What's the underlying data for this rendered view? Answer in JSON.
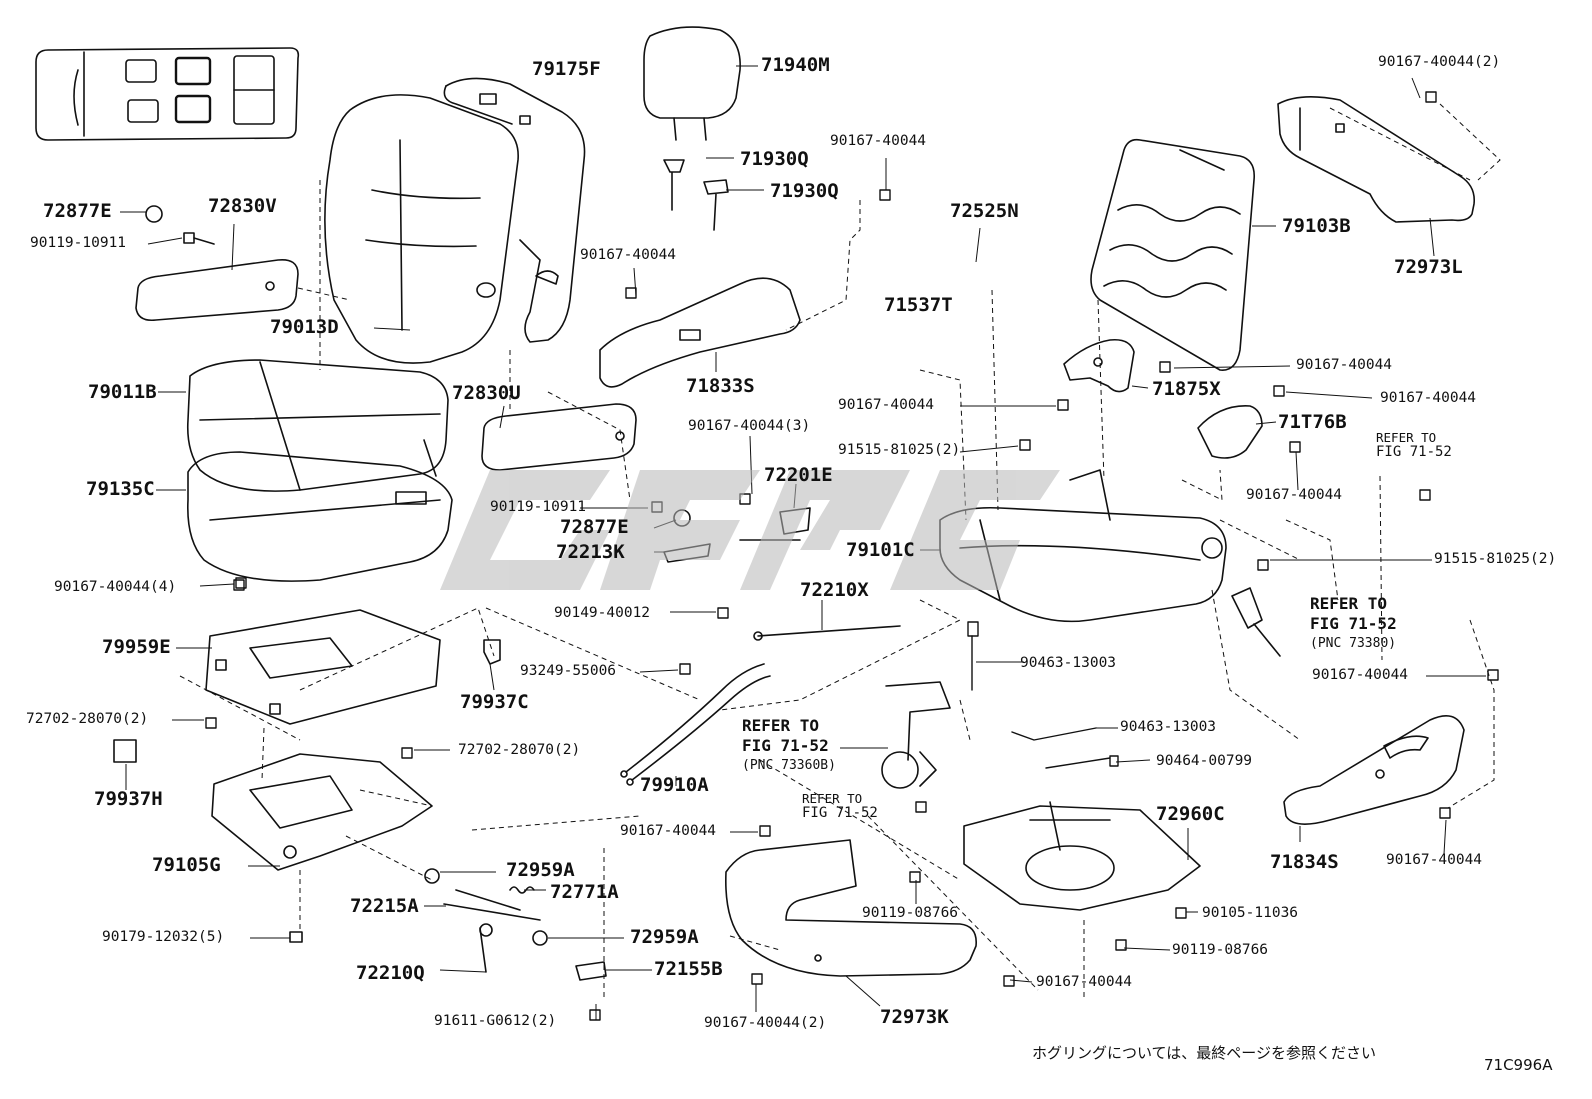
{
  "labels": {
    "l79175F": "79175F",
    "l71940M": "71940M",
    "l90167_40044_2_top": "90167-40044(2)",
    "l71930Q_a": "71930Q",
    "l71930Q_b": "71930Q",
    "l90167_40044_a": "90167-40044",
    "l72877E_a": "72877E",
    "l72830V": "72830V",
    "l90119_10911_a": "90119-10911",
    "l72525N": "72525N",
    "l79103B": "79103B",
    "l72973L": "72973L",
    "l90167_40044_b": "90167-40044",
    "l79013D": "79013D",
    "l71537T": "71537T",
    "l71833S": "71833S",
    "l79011B": "79011B",
    "l72830U": "72830U",
    "l90167_40044_c": "90167-40044",
    "l90167_40044_d": "90167-40044",
    "l71875X": "71875X",
    "l90167_40044_e": "90167-40044",
    "l90167_40044_3": "90167-40044(3)",
    "l91515_81025_2_a": "91515-81025(2)",
    "l71T76B": "71T76B",
    "l79135C": "79135C",
    "l72201E": "72201E",
    "l90167_40044_f": "90167-40044",
    "l90119_10911_b": "90119-10911",
    "l72877E_b": "72877E",
    "l72213K": "72213K",
    "l79101C": "79101C",
    "l91515_81025_2_b": "91515-81025(2)",
    "l90167_40044_4": "90167-40044(4)",
    "l72210X": "72210X",
    "l90149_40012": "90149-40012",
    "l79959E": "79959E",
    "l90463_13003_a": "90463-13003",
    "l93249_55006": "93249-55006",
    "l79937C": "79937C",
    "l90167_40044_g": "90167-40044",
    "l72702_28070_2_a": "72702-28070(2)",
    "l90463_13003_b": "90463-13003",
    "l90464_00799": "90464-00799",
    "l79937H": "79937H",
    "l72702_28070_2_b": "72702-28070(2)",
    "l79910A": "79910A",
    "l72960C": "72960C",
    "l90167_40044_h": "90167-40044",
    "l71834S": "71834S",
    "l90167_40044_i": "90167-40044",
    "l79105G": "79105G",
    "l72959A_a": "72959A",
    "l72215A": "72215A",
    "l72771A": "72771A",
    "l90119_08766_a": "90119-08766",
    "l90105_11036": "90105-11036",
    "l90179_12032_5": "90179-12032(5)",
    "l72959A_b": "72959A",
    "l90119_08766_b": "90119-08766",
    "l72210Q": "72210Q",
    "l72155B": "72155B",
    "l90167_40044_j": "90167-40044",
    "l91611_G0612_2": "91611-G0612(2)",
    "l90167_40044_2_bot": "90167-40044(2)",
    "l72973K": "72973K"
  },
  "refs": {
    "ref_a_l1": "REFER TO",
    "ref_a_l2": "FIG 71-52",
    "ref_b_l1": "REFER TO",
    "ref_b_l2": "FIG 71-52",
    "ref_b_l3": "(PNC 73380)",
    "ref_c_l1": "REFER TO",
    "ref_c_l2": "FIG 71-52",
    "ref_c_l3": "(PNC 73360B)",
    "ref_d_l1": "REFER TO",
    "ref_d_l2": "FIG 71-52"
  },
  "footer": {
    "note": "ホグリングについては、最終ページを参照ください",
    "fig_code": "71C996A"
  },
  "colors": {
    "ink": "#111111",
    "watermark": "#b8b8b8"
  }
}
